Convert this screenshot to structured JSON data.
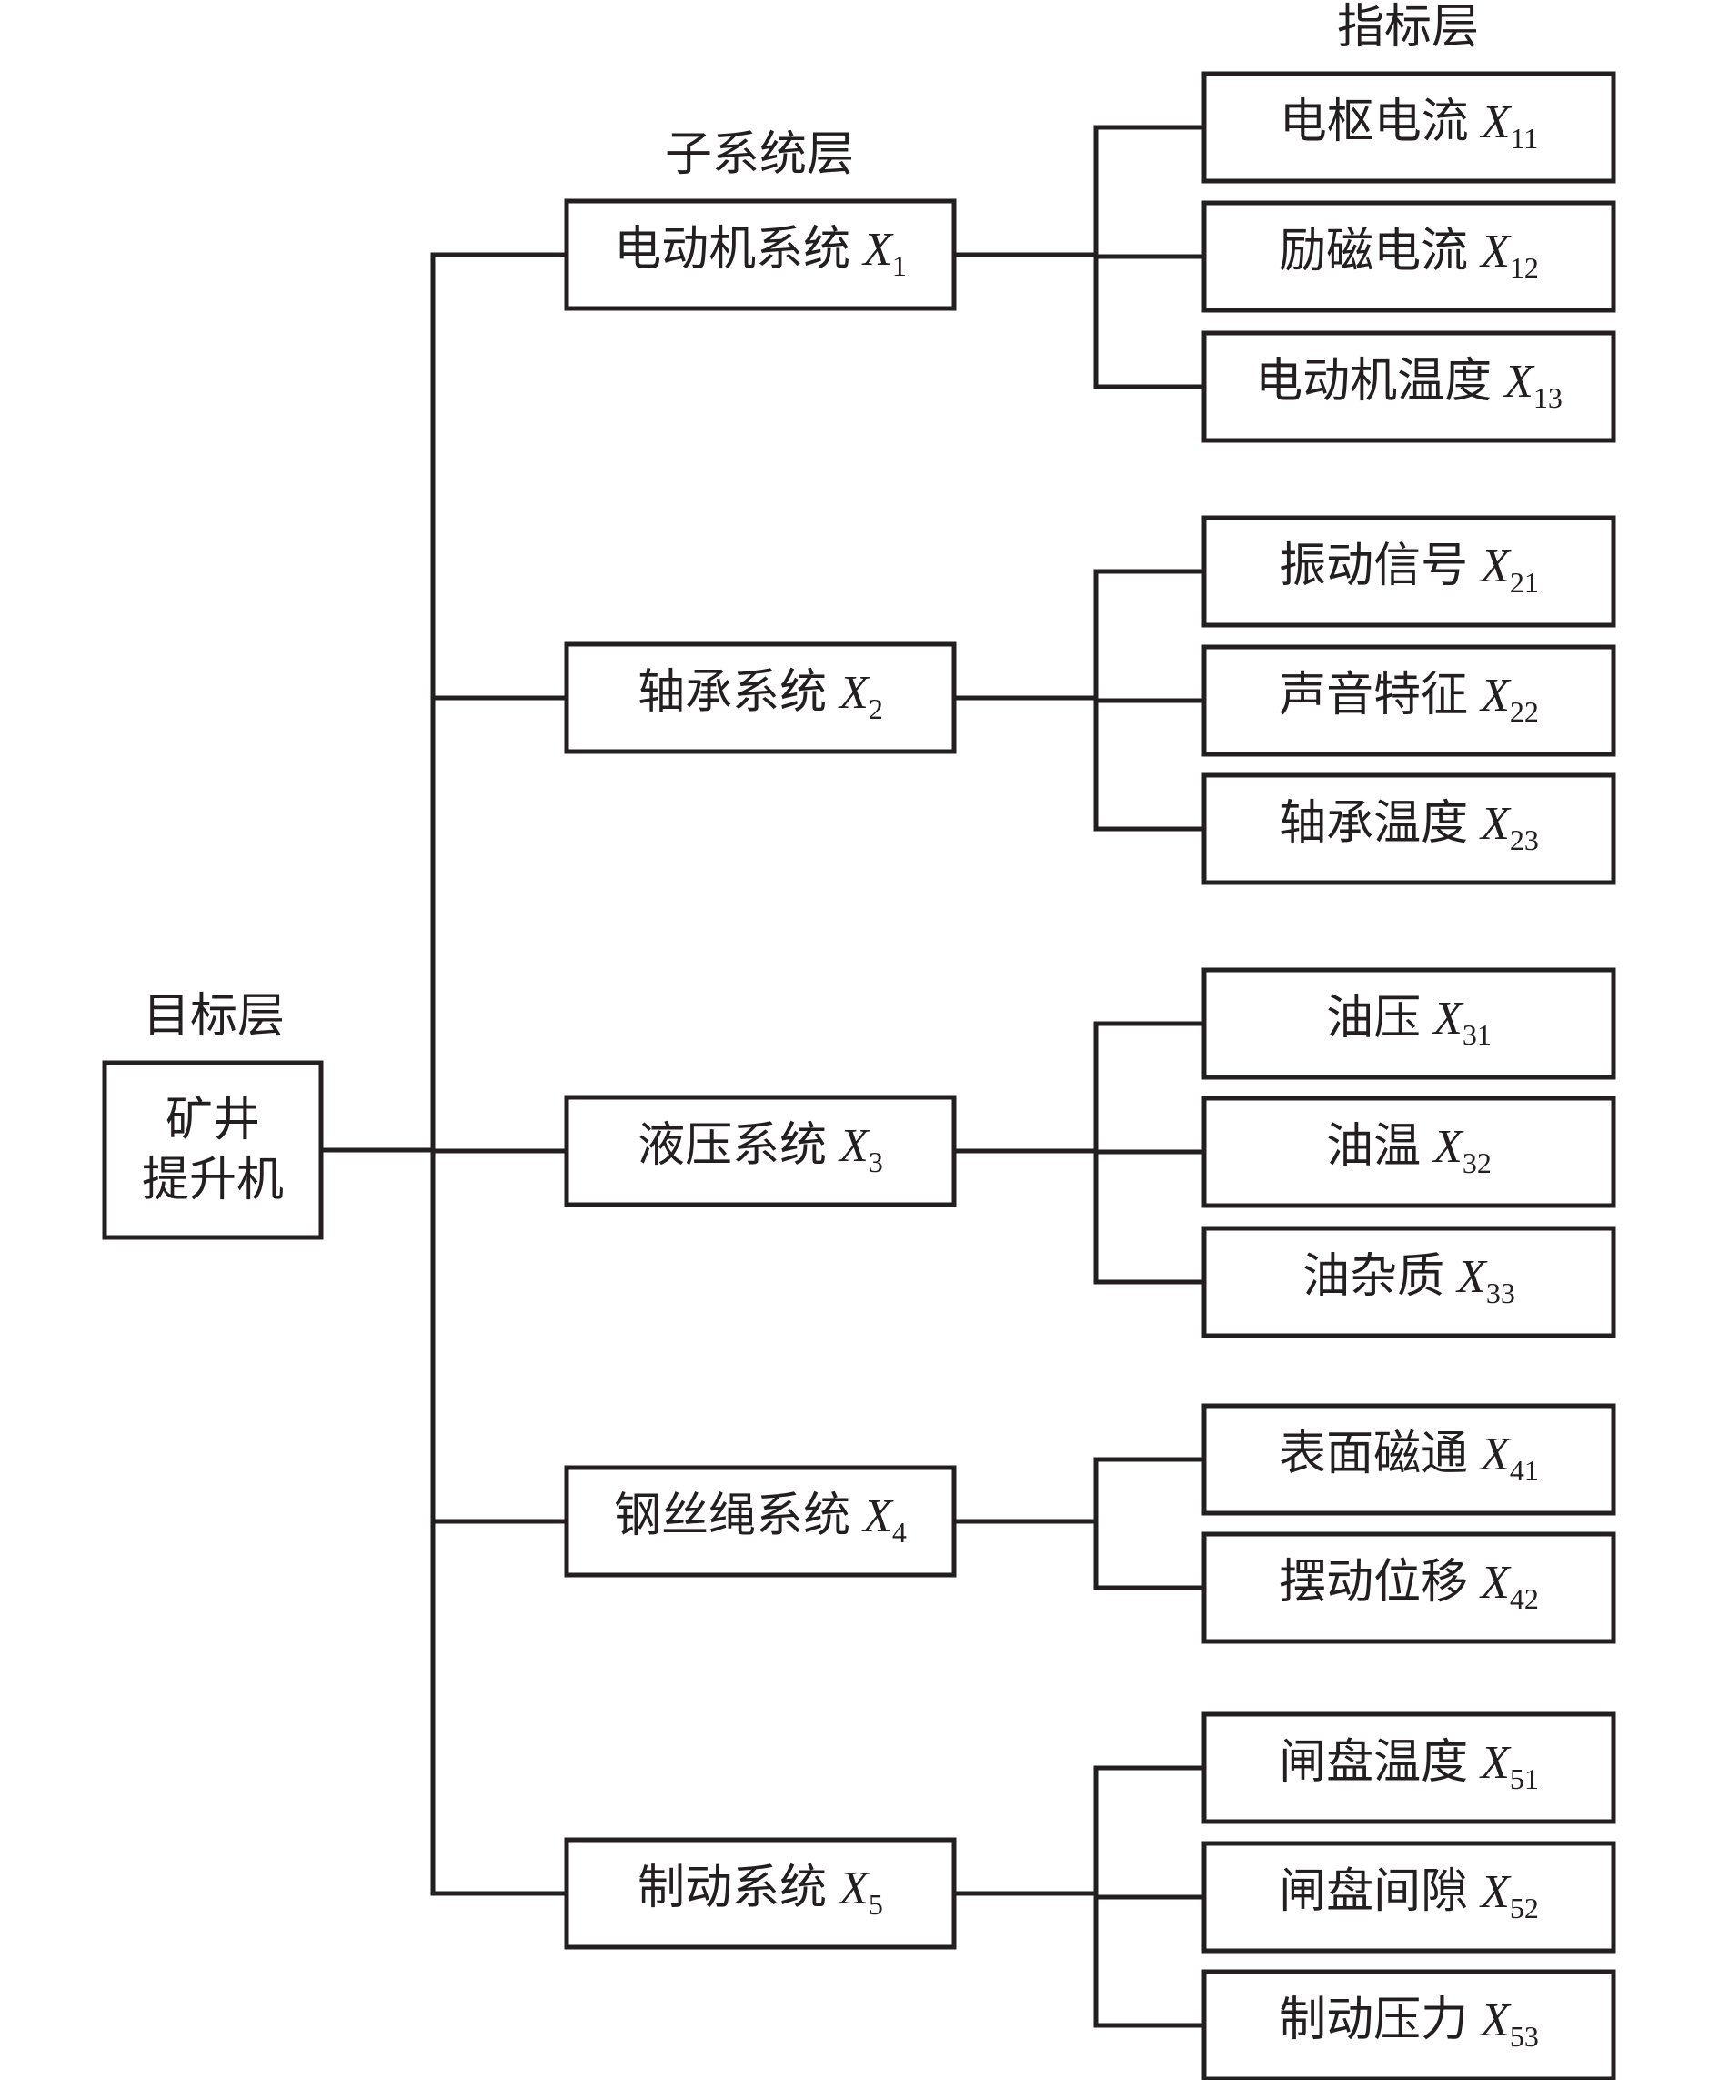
{
  "layers": {
    "goal_title": "目标层",
    "subsystem_title": "子系统层",
    "indicator_title": "指标层"
  },
  "goal": {
    "line1": "矿井",
    "line2": "提升机"
  },
  "var_letter": "X",
  "subsystems": [
    {
      "name": "电动机系统",
      "sub": "1",
      "indicators": [
        {
          "name": "电枢电流",
          "sub": "11"
        },
        {
          "name": "励磁电流",
          "sub": "12"
        },
        {
          "name": "电动机温度",
          "sub": "13"
        }
      ]
    },
    {
      "name": "轴承系统",
      "sub": "2",
      "indicators": [
        {
          "name": "振动信号",
          "sub": "21"
        },
        {
          "name": "声音特征",
          "sub": "22"
        },
        {
          "name": "轴承温度",
          "sub": "23"
        }
      ]
    },
    {
      "name": "液压系统",
      "sub": "3",
      "indicators": [
        {
          "name": "油压",
          "sub": "31"
        },
        {
          "name": "油温",
          "sub": "32"
        },
        {
          "name": "油杂质",
          "sub": "33"
        }
      ]
    },
    {
      "name": "钢丝绳系统",
      "sub": "4",
      "indicators": [
        {
          "name": "表面磁通",
          "sub": "41"
        },
        {
          "name": "摆动位移",
          "sub": "42"
        }
      ]
    },
    {
      "name": "制动系统",
      "sub": "5",
      "indicators": [
        {
          "name": "闸盘温度",
          "sub": "51"
        },
        {
          "name": "闸盘间隙",
          "sub": "52"
        },
        {
          "name": "制动压力",
          "sub": "53"
        }
      ]
    }
  ]
}
